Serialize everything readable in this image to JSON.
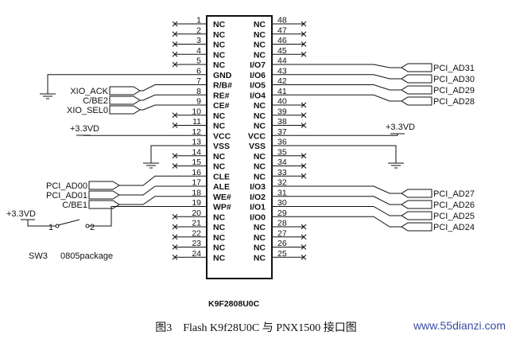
{
  "chip": {
    "part_label": "K9F2808U0C",
    "left_pins": [
      {
        "num": "1",
        "name": "NC"
      },
      {
        "num": "2",
        "name": "NC"
      },
      {
        "num": "3",
        "name": "NC"
      },
      {
        "num": "4",
        "name": "NC"
      },
      {
        "num": "5",
        "name": "NC"
      },
      {
        "num": "6",
        "name": "GND"
      },
      {
        "num": "7",
        "name": "R/B#"
      },
      {
        "num": "8",
        "name": "RE#"
      },
      {
        "num": "9",
        "name": "CE#"
      },
      {
        "num": "10",
        "name": "NC"
      },
      {
        "num": "11",
        "name": "NC"
      },
      {
        "num": "12",
        "name": "VCC"
      },
      {
        "num": "13",
        "name": "VSS"
      },
      {
        "num": "14",
        "name": "NC"
      },
      {
        "num": "15",
        "name": "NC"
      },
      {
        "num": "16",
        "name": "CLE"
      },
      {
        "num": "17",
        "name": "ALE"
      },
      {
        "num": "18",
        "name": "WE#"
      },
      {
        "num": "19",
        "name": "WP#"
      },
      {
        "num": "20",
        "name": "NC"
      },
      {
        "num": "21",
        "name": "NC"
      },
      {
        "num": "22",
        "name": "NC"
      },
      {
        "num": "23",
        "name": "NC"
      },
      {
        "num": "24",
        "name": "NC"
      }
    ],
    "right_pins": [
      {
        "num": "48",
        "name": "NC"
      },
      {
        "num": "47",
        "name": "NC"
      },
      {
        "num": "46",
        "name": "NC"
      },
      {
        "num": "45",
        "name": "NC"
      },
      {
        "num": "44",
        "name": "I/O7"
      },
      {
        "num": "43",
        "name": "I/O6"
      },
      {
        "num": "42",
        "name": "I/O5"
      },
      {
        "num": "41",
        "name": "I/O4"
      },
      {
        "num": "40",
        "name": "NC"
      },
      {
        "num": "39",
        "name": "NC"
      },
      {
        "num": "38",
        "name": "NC"
      },
      {
        "num": "37",
        "name": "VCC"
      },
      {
        "num": "36",
        "name": "VSS"
      },
      {
        "num": "35",
        "name": "NC"
      },
      {
        "num": "34",
        "name": "NC"
      },
      {
        "num": "33",
        "name": "NC"
      },
      {
        "num": "32",
        "name": "I/O3"
      },
      {
        "num": "31",
        "name": "I/O2"
      },
      {
        "num": "30",
        "name": "I/O1"
      },
      {
        "num": "29",
        "name": "I/O0"
      },
      {
        "num": "28",
        "name": "NC"
      },
      {
        "num": "27",
        "name": "NC"
      },
      {
        "num": "26",
        "name": "NC"
      },
      {
        "num": "25",
        "name": "NC"
      }
    ]
  },
  "nets": {
    "left_upper": [
      "XIO_ACK",
      "C/BE2",
      "XIO_SEL0"
    ],
    "left_lower": [
      "PCI_AD00",
      "PCI_AD01",
      "C/BE1"
    ],
    "right_upper": [
      "PCI_AD31",
      "PCI_AD30",
      "PCI_AD29",
      "PCI_AD28"
    ],
    "right_lower": [
      "PCI_AD27",
      "PCI_AD26",
      "PCI_AD25",
      "PCI_AD24"
    ],
    "vcc_left": "+3.3VD",
    "vcc_right": "+3.3VD",
    "vcc_switch": "+3.3VD"
  },
  "switch": {
    "pin1": "1",
    "pin2": "2",
    "label": "SW3",
    "package": "0805package"
  },
  "caption": "图3　Flash K9f28U0C 与 PNX1500 接口图",
  "watermark": "www.55dianzi.com"
}
